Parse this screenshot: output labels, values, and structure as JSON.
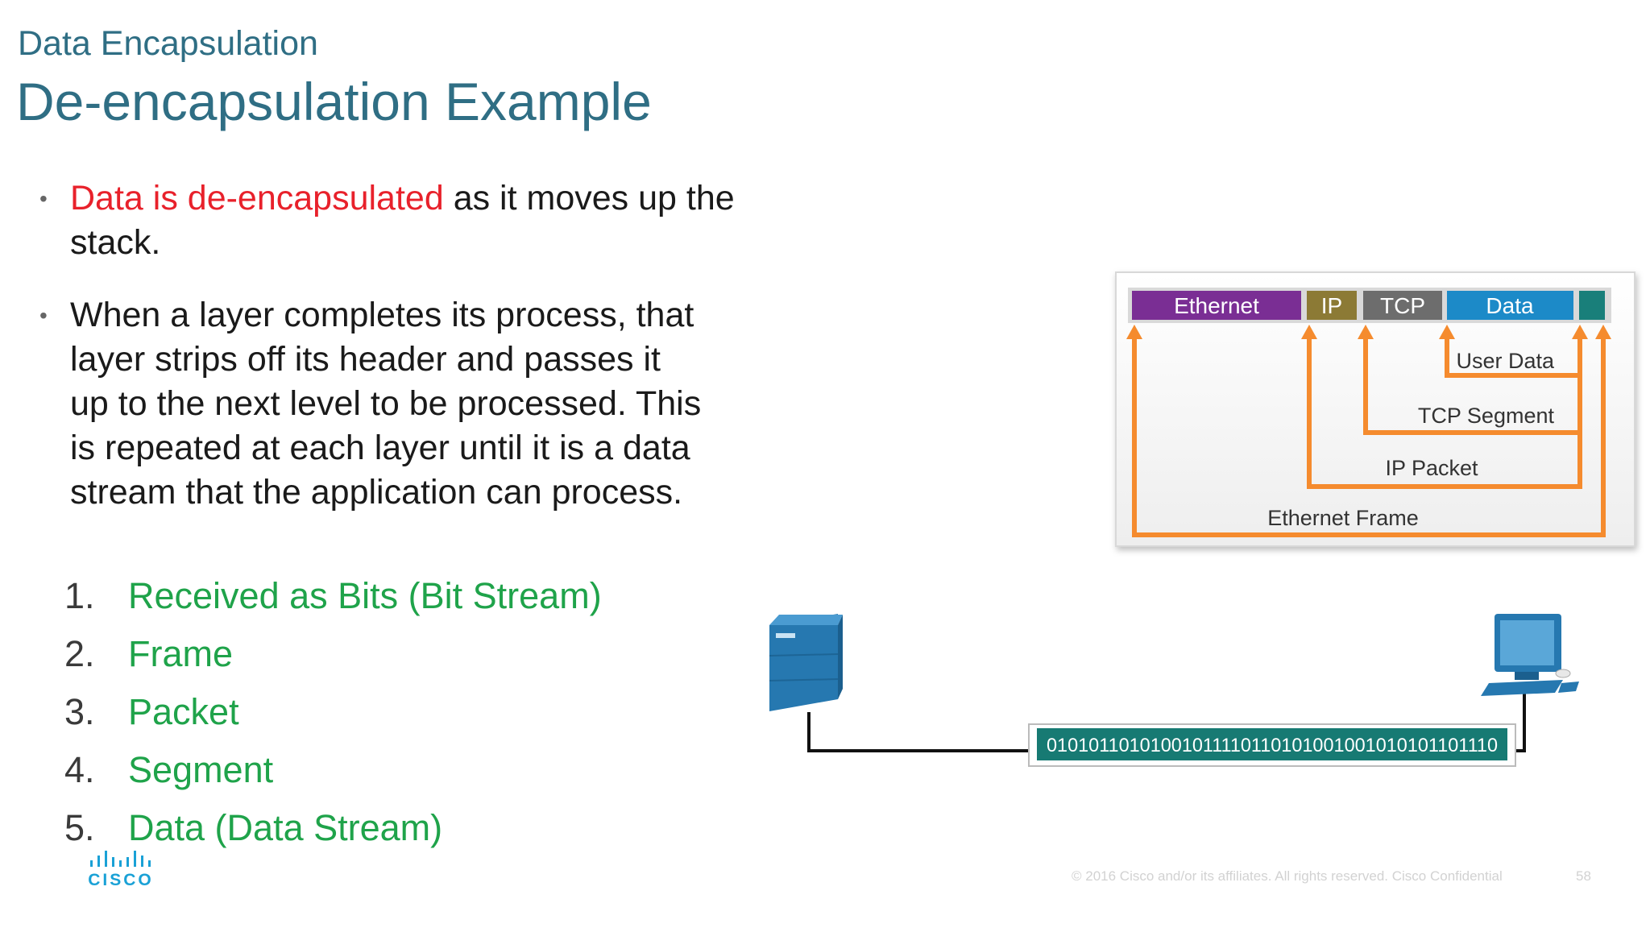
{
  "slide": {
    "section_title": "Data Encapsulation",
    "title": "De-encapsulation Example"
  },
  "bullets": [
    {
      "highlight": "Data is de-encapsulated",
      "rest": " as it moves up the stack."
    },
    {
      "highlight": "",
      "rest": "When a layer completes its process, that layer strips off its header and passes it up to the next level to be processed. This is repeated at each layer until it is a data stream that the application can process."
    }
  ],
  "steps": [
    {
      "num": "1.",
      "label": "Received as Bits (Bit Stream)"
    },
    {
      "num": "2.",
      "label": "Frame"
    },
    {
      "num": "3.",
      "label": "Packet"
    },
    {
      "num": "4.",
      "label": "Segment"
    },
    {
      "num": "5.",
      "label": "Data (Data Stream)"
    }
  ],
  "diagram": {
    "frame_fields": [
      "Ethernet",
      "IP",
      "TCP",
      "Data"
    ],
    "layer_labels": [
      "User Data",
      "TCP Segment",
      "IP Packet",
      "Ethernet Frame"
    ],
    "bit_stream": "01010110101001011110110101001001010101101110",
    "colors": {
      "ethernet": "#7a2e94",
      "ip": "#8c7a35",
      "tcp": "#6d6d6d",
      "data": "#1c8ac8",
      "trailer": "#197f7a",
      "arrow": "#f58b2e",
      "bits_bg": "#177a73",
      "device": "#2678b0"
    }
  },
  "footer": {
    "copyright": "© 2016  Cisco and/or its affiliates. All rights reserved.   Cisco Confidential",
    "page": "58"
  },
  "logo": {
    "word": "CISCO"
  }
}
